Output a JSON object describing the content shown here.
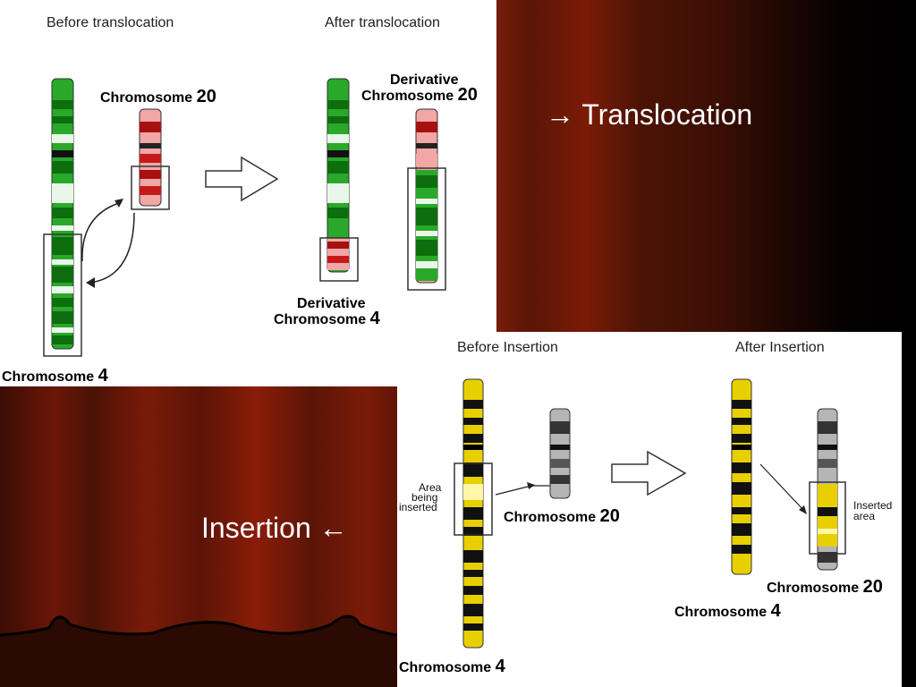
{
  "captions": {
    "translocation": "Translocation",
    "insertion": "Insertion",
    "arrow_right": "→",
    "arrow_left": "←"
  },
  "translocation_panel": {
    "before_header": "Before translocation",
    "after_header": "After translocation",
    "chrom20_label": "Chromosome",
    "chrom20_num": "20",
    "deriv20_line1": "Derivative",
    "deriv20_line2": "Chromosome",
    "deriv20_num": "20",
    "deriv4_line1": "Derivative",
    "deriv4_line2": "Chromosome",
    "deriv4_num": "4",
    "chrom4_label": "Chromosome",
    "chrom4_num": "4"
  },
  "insertion_panel": {
    "before_header": "Before Insertion",
    "after_header": "After Insertion",
    "area_line1": "Area",
    "area_line2": "being",
    "area_line3": "inserted",
    "chrom20_label": "Chromosome",
    "chrom20_num": "20",
    "inserted_line1": "Inserted",
    "inserted_line2": "area",
    "after_chrom20_label": "Chromosome",
    "after_chrom20_num": "20",
    "after_chrom4_label": "Chromosome",
    "after_chrom4_num": "4",
    "chrom4_label": "Chromosome",
    "chrom4_num": "4"
  },
  "colors": {
    "green": "#1f9a1f",
    "red": "#c41a1a",
    "yellow": "#e8d000",
    "gray": "#555555"
  }
}
